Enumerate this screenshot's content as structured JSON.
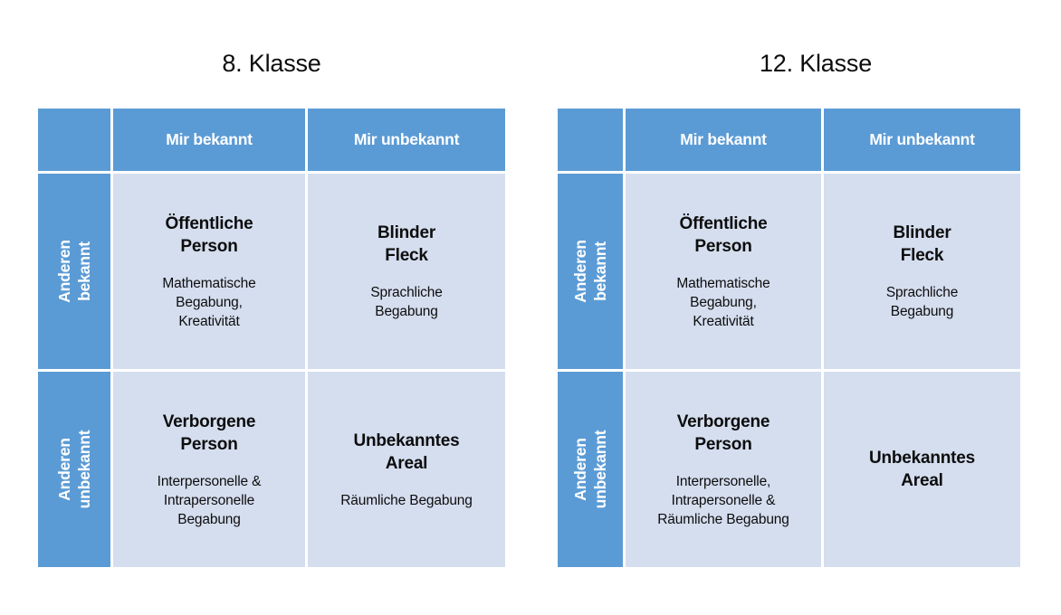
{
  "page": {
    "background_color": "#FFFFFF",
    "accent_color": "#5B9BD5",
    "cell_color": "#D5DEEF",
    "text_color": "#0D0D0D",
    "header_text_color": "#FFFFFF"
  },
  "panels": [
    {
      "title": "8. Klasse",
      "column_headers": [
        "",
        "Mir bekannt",
        "Mir unbekannt"
      ],
      "row_labels": [
        {
          "line1": "Anderen",
          "line2": "bekannt"
        },
        {
          "line1": "Anderen",
          "line2": "unbekannt"
        }
      ],
      "cells": [
        [
          {
            "title": "Öffentliche\nPerson",
            "subtitle": "Mathematische\nBegabung,\nKreativität"
          },
          {
            "title": "Blinder\nFleck",
            "subtitle": "Sprachliche\nBegabung"
          }
        ],
        [
          {
            "title": "Verborgene\nPerson",
            "subtitle": "Interpersonelle &\nIntrapersonelle\nBegabung"
          },
          {
            "title": "Unbekanntes\nAreal",
            "subtitle": "Räumliche Begabung"
          }
        ]
      ]
    },
    {
      "title": "12. Klasse",
      "column_headers": [
        "",
        "Mir bekannt",
        "Mir unbekannt"
      ],
      "row_labels": [
        {
          "line1": "Anderen",
          "line2": "bekannt"
        },
        {
          "line1": "Anderen",
          "line2": "unbekannt"
        }
      ],
      "cells": [
        [
          {
            "title": "Öffentliche\nPerson",
            "subtitle": "Mathematische\nBegabung,\nKreativität"
          },
          {
            "title": "Blinder\nFleck",
            "subtitle": "Sprachliche\nBegabung"
          }
        ],
        [
          {
            "title": "Verborgene\nPerson",
            "subtitle": "Interpersonelle,\nIntrapersonelle &\nRäumliche Begabung"
          },
          {
            "title": "Unbekanntes\nAreal",
            "subtitle": ""
          }
        ]
      ]
    }
  ]
}
